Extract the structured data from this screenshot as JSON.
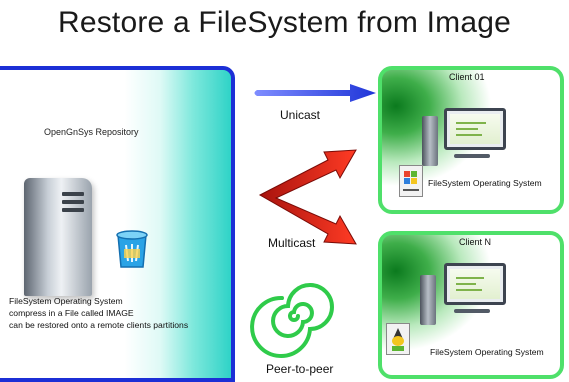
{
  "title": "Restore a FileSystem from Image",
  "repository": {
    "name": "OpenGnSys Repository",
    "description": [
      "FileSystem Operating System",
      "compress in a File called IMAGE",
      "can be restored onto a remote clients partitions"
    ]
  },
  "transfer_modes": [
    "Unicast",
    "Multicast",
    "Peer-to-peer"
  ],
  "clients": [
    {
      "name": "Client 01",
      "os_label": "FileSystem Operating System"
    },
    {
      "name": "Client N",
      "os_label": "FileSystem Operating System"
    }
  ],
  "colors": {
    "repository_border": "#1c2fd6",
    "client_border": "#4fe06a",
    "unicast_arrow": "#1f35d8",
    "multicast_arrow": "#e0231a",
    "peer_spiral": "#2fcb4a"
  }
}
